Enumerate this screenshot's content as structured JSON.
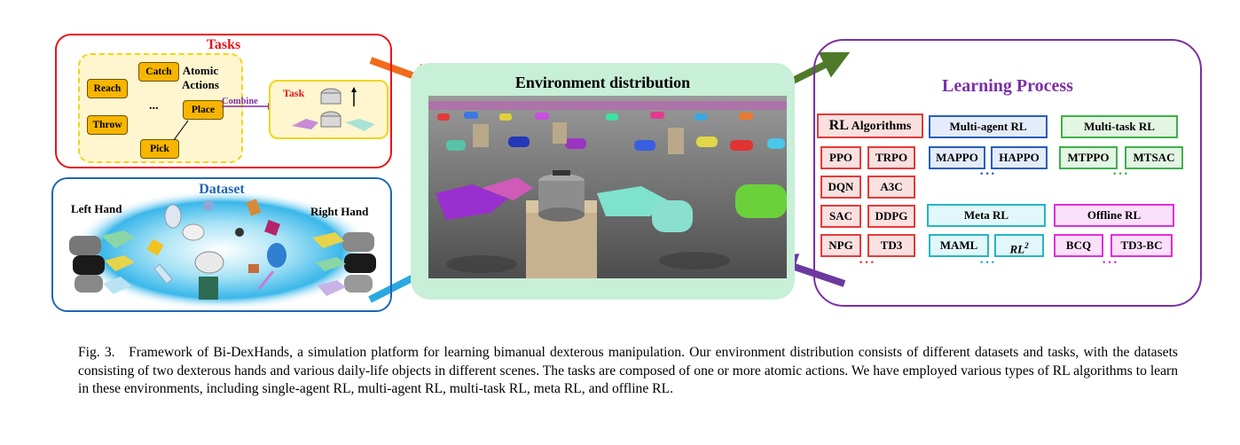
{
  "tasks": {
    "title": "Tasks",
    "atomic_label_1": "Atomic",
    "atomic_label_2": "Actions",
    "actions": [
      "Reach",
      "Catch",
      "Throw",
      "Place",
      "Pick"
    ],
    "ellipsis": "...",
    "combine": "Combine",
    "task_label": "Task"
  },
  "dataset": {
    "title": "Dataset",
    "left_hand": "Left Hand",
    "right_hand": "Right Hand"
  },
  "environment": {
    "title": "Environment distribution"
  },
  "learning": {
    "title": "Learning Process",
    "rl_title_1": "RL",
    "rl_title_2": "Algorithms",
    "rl_algos": [
      "PPO",
      "TRPO",
      "DQN",
      "A3C",
      "SAC",
      "DDPG",
      "NPG",
      "TD3"
    ],
    "rl_dots": "···",
    "multi_agent_title": "Multi-agent RL",
    "multi_agent_algos": [
      "MAPPO",
      "HAPPO"
    ],
    "multi_agent_dots": "···",
    "multi_task_title": "Multi-task RL",
    "multi_task_algos": [
      "MTPPO",
      "MTSAC"
    ],
    "multi_task_dots": "···",
    "meta_title": "Meta RL",
    "meta_algos": [
      "MAML",
      "RL"
    ],
    "meta_sup": "2",
    "meta_dots": "···",
    "offline_title": "Offline RL",
    "offline_algos": [
      "BCQ",
      "TD3-BC"
    ],
    "offline_dots": "···"
  },
  "colors": {
    "tasks_border": "#e8141b",
    "dataset_border": "#1f66b7",
    "environment_bg": "#c8efd8",
    "learning_border": "#7b2fa6",
    "arrow_orange": "#f26a1b",
    "arrow_green": "#4f7a2a",
    "arrow_blue": "#29a9df",
    "arrow_purple": "#6b3aa0"
  },
  "caption": {
    "label": "Fig. 3.",
    "text": "Framework of Bi-DexHands, a simulation platform for learning bimanual dexterous manipulation. Our environment distribution consists of different datasets and tasks, with the datasets consisting of two dexterous hands and various daily-life objects in different scenes. The tasks are composed of one or more atomic actions. We have employed various types of RL algorithms to learn in these environments, including single-agent RL, multi-agent RL, multi-task RL, meta RL, and offline RL."
  }
}
